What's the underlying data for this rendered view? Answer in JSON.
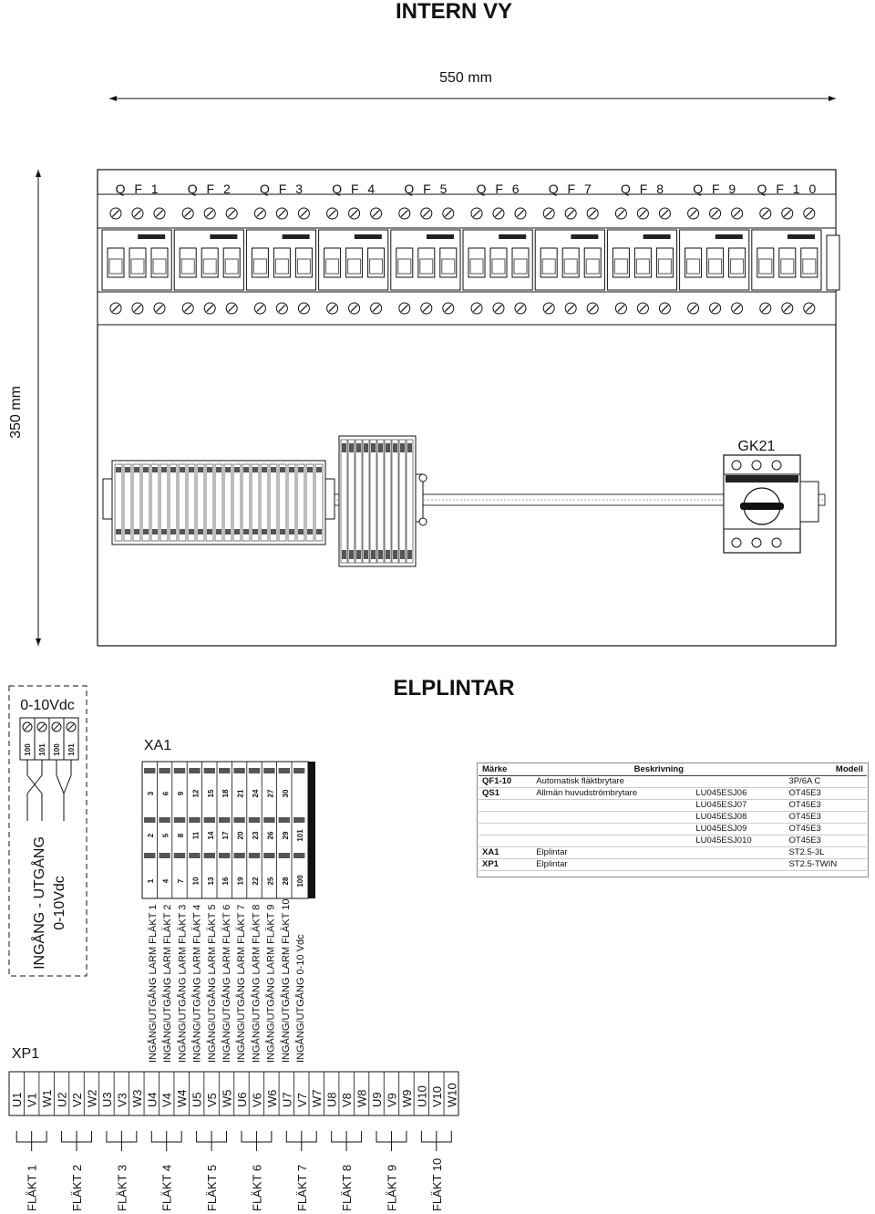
{
  "title": "INTERN VY",
  "width_label": "550 mm",
  "height_label": "350 mm",
  "breakers": [
    "Q F 1",
    "Q F 2",
    "Q F 3",
    "Q F 4",
    "Q F 5",
    "Q F 6",
    "Q F 7",
    "Q F 8",
    "Q F 9",
    "Q F 1 0"
  ],
  "switch_label": "GK21",
  "section_title": "ELPLINTAR",
  "left_box": {
    "title": "0-10Vdc",
    "terminals": [
      "100",
      "101",
      "100",
      "101"
    ],
    "vertical_text_1": "INGÅNG - UTGÅNG",
    "vertical_text_2": "0-10Vdc"
  },
  "xa1": {
    "label": "XA1",
    "row_top": [
      "3",
      "6",
      "9",
      "12",
      "15",
      "18",
      "21",
      "24",
      "27",
      "30"
    ],
    "row_mid": [
      "2",
      "5",
      "8",
      "11",
      "14",
      "17",
      "20",
      "23",
      "26",
      "29",
      "101"
    ],
    "row_bot": [
      "1",
      "4",
      "7",
      "10",
      "13",
      "16",
      "19",
      "22",
      "25",
      "28",
      "100"
    ],
    "vertical_labels": [
      "INGÅNG/UTGÅNG LARM FLÄKT 1",
      "INGÅNG/UTGÅNG LARM FLÄKT 2",
      "INGÅNG/UTGÅNG LARM FLÄKT 3",
      "INGÅNG/UTGÅNG LARM FLÄKT 4",
      "INGÅNG/UTGÅNG LARM FLÄKT 5",
      "INGÅNG/UTGÅNG LARM FLÄKT 6",
      "INGÅNG/UTGÅNG LARM FLÄKT 7",
      "INGÅNG/UTGÅNG LARM FLÄKT 8",
      "INGÅNG/UTGÅNG LARM FLÄKT 9",
      "INGÅNG/UTGÅNG LARM FLÄKT 10",
      "INGÅNG/UTGÅNG 0-10 Vdc"
    ]
  },
  "xp1": {
    "label": "XP1",
    "terminals": [
      "U1",
      "V1",
      "W1",
      "U2",
      "V2",
      "W2",
      "U3",
      "V3",
      "W3",
      "U4",
      "V4",
      "W4",
      "U5",
      "V5",
      "W5",
      "U6",
      "V6",
      "W6",
      "U7",
      "V7",
      "W7",
      "U8",
      "V8",
      "W8",
      "U9",
      "V9",
      "W9",
      "U10",
      "V10",
      "W10"
    ]
  },
  "fans": [
    "FLÄKT 1",
    "FLÄKT 2",
    "FLÄKT 3",
    "FLÄKT 4",
    "FLÄKT 5",
    "FLÄKT 6",
    "FLÄKT 7",
    "FLÄKT 8",
    "FLÄKT 9",
    "FLÄKT 10"
  ],
  "parts_table": {
    "headers": [
      "Märke",
      "Beskrivning",
      "",
      "Modell"
    ],
    "rows": [
      [
        "QF1-10",
        "Automatisk fläktbrytare",
        "",
        "3P/6A C"
      ],
      [
        "QS1",
        "Allmän huvudströmbrytare",
        "LU045ESJ06",
        "OT45E3"
      ],
      [
        "",
        "",
        "LU045ESJ07",
        "OT45E3"
      ],
      [
        "",
        "",
        "LU045ESJ08",
        "OT45E3"
      ],
      [
        "",
        "",
        "LU045ESJ09",
        "OT45E3"
      ],
      [
        "",
        "",
        "LU045ESJ010",
        "OT45E3"
      ],
      [
        "XA1",
        "Elplintar",
        "",
        "ST2.5-3L"
      ],
      [
        "XP1",
        "Elplintar",
        "",
        "ST2.5-TWIN"
      ]
    ]
  },
  "colors": {
    "line": "#111111",
    "fill": "#ffffff",
    "light": "#cccccc"
  }
}
